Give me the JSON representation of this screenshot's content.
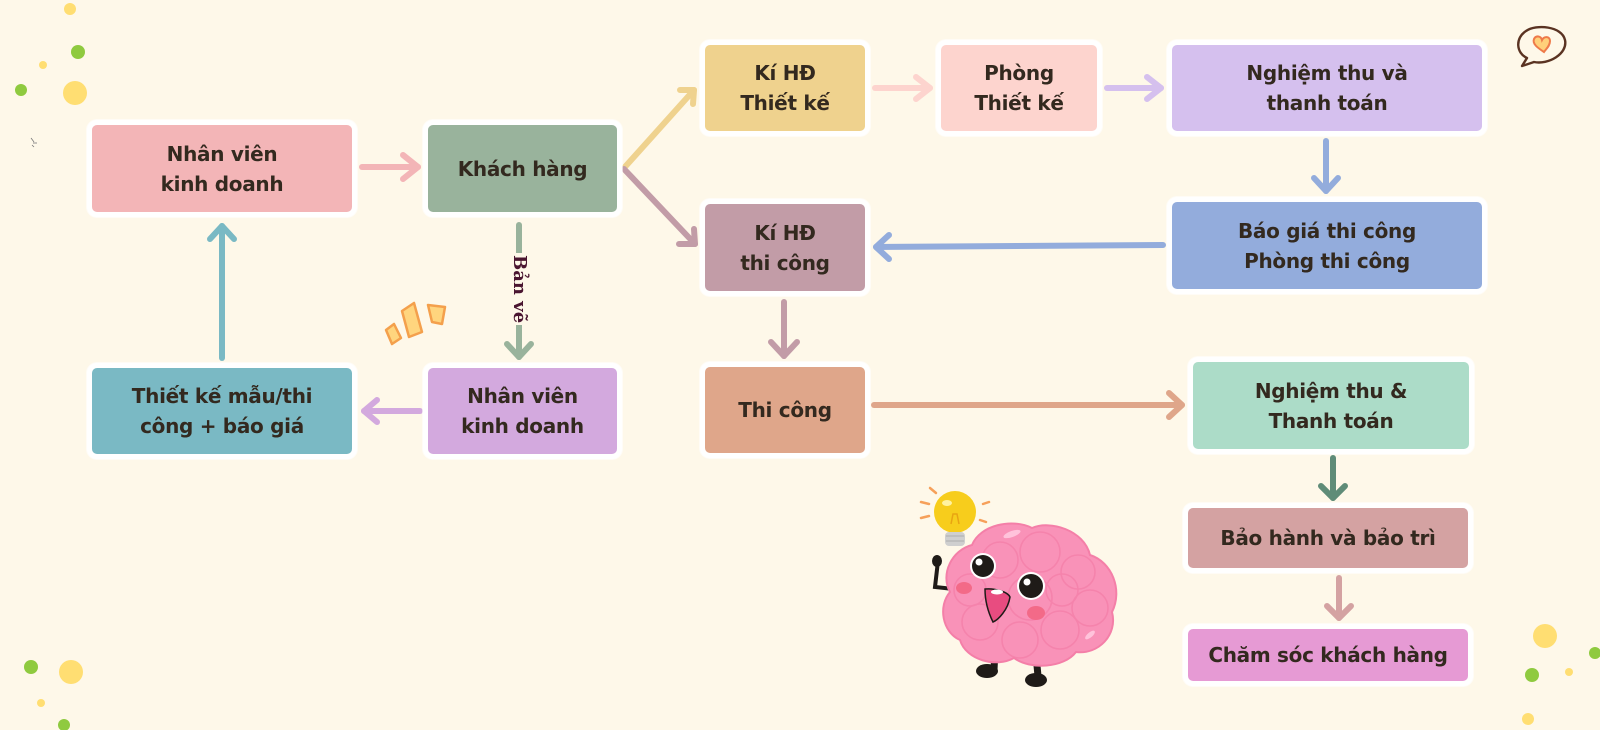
{
  "diagram": {
    "type": "flowchart",
    "nodes": [
      {
        "id": "n1",
        "label": "Nhân viên\nkinh doanh",
        "color": "#f3b5b7"
      },
      {
        "id": "n2",
        "label": "Khách hàng",
        "color": "#99b39c"
      },
      {
        "id": "n3",
        "label": "Kí HĐ\nThiết kế",
        "color": "#efd28e"
      },
      {
        "id": "n4",
        "label": "Phòng\nThiết kế",
        "color": "#fdd4ce"
      },
      {
        "id": "n5",
        "label": "Nghiệm thu và\nthanh toán",
        "color": "#d5c0ee"
      },
      {
        "id": "n6",
        "label": "Báo giá thi công\nPhòng thi công",
        "color": "#93acdc"
      },
      {
        "id": "n7",
        "label": "Kí HĐ\nthi công",
        "color": "#c29ca7"
      },
      {
        "id": "n8",
        "label": "Thi công",
        "color": "#dfa68a"
      },
      {
        "id": "n9",
        "label": "Nghiệm thu &\nThanh toán",
        "color": "#acdcc8"
      },
      {
        "id": "n10",
        "label": "Bảo hành và bảo trì",
        "color": "#d4a2a2"
      },
      {
        "id": "n11",
        "label": "Chăm sóc khách hàng",
        "color": "#e69ad4"
      },
      {
        "id": "n12",
        "label": "Nhân viên\nkinh doanh",
        "color": "#d3a9de"
      },
      {
        "id": "n13",
        "label": "Thiết kế mẫu/thi\ncông + báo giá",
        "color": "#7ab9c4"
      }
    ],
    "edges": [
      {
        "from": "n1",
        "to": "n2",
        "color": "#f3b5b7",
        "label": ""
      },
      {
        "from": "n2",
        "to": "n3",
        "color": "#efd28e",
        "label": ""
      },
      {
        "from": "n2",
        "to": "n7",
        "color": "#c29ca7",
        "label": ""
      },
      {
        "from": "n3",
        "to": "n4",
        "color": "#fdd4ce",
        "label": ""
      },
      {
        "from": "n4",
        "to": "n5",
        "color": "#d5c0ee",
        "label": ""
      },
      {
        "from": "n5",
        "to": "n6",
        "color": "#93acdc",
        "label": ""
      },
      {
        "from": "n6",
        "to": "n7",
        "color": "#93acdc",
        "label": ""
      },
      {
        "from": "n7",
        "to": "n8",
        "color": "#c29ca7",
        "label": ""
      },
      {
        "from": "n8",
        "to": "n9",
        "color": "#dfa68a",
        "label": ""
      },
      {
        "from": "n9",
        "to": "n10",
        "color": "#5f8c78",
        "label": ""
      },
      {
        "from": "n10",
        "to": "n11",
        "color": "#d4a2a2",
        "label": ""
      },
      {
        "from": "n2",
        "to": "n12",
        "color": "#99b39c",
        "label": "Bản vẽ"
      },
      {
        "from": "n12",
        "to": "n13",
        "color": "#d3a9de",
        "label": ""
      },
      {
        "from": "n13",
        "to": "n1",
        "color": "#7ab9c4",
        "label": ""
      }
    ]
  },
  "decorations": {
    "mascot": "brain-with-lightbulb",
    "speech_bubble": "heart-speech-bubble",
    "sparkle": "sparkle-marks",
    "dots": "confetti-dots"
  },
  "theme": {
    "background": "#fef8e9",
    "text": "#33291f",
    "edge_label_color": "#4a1530"
  }
}
